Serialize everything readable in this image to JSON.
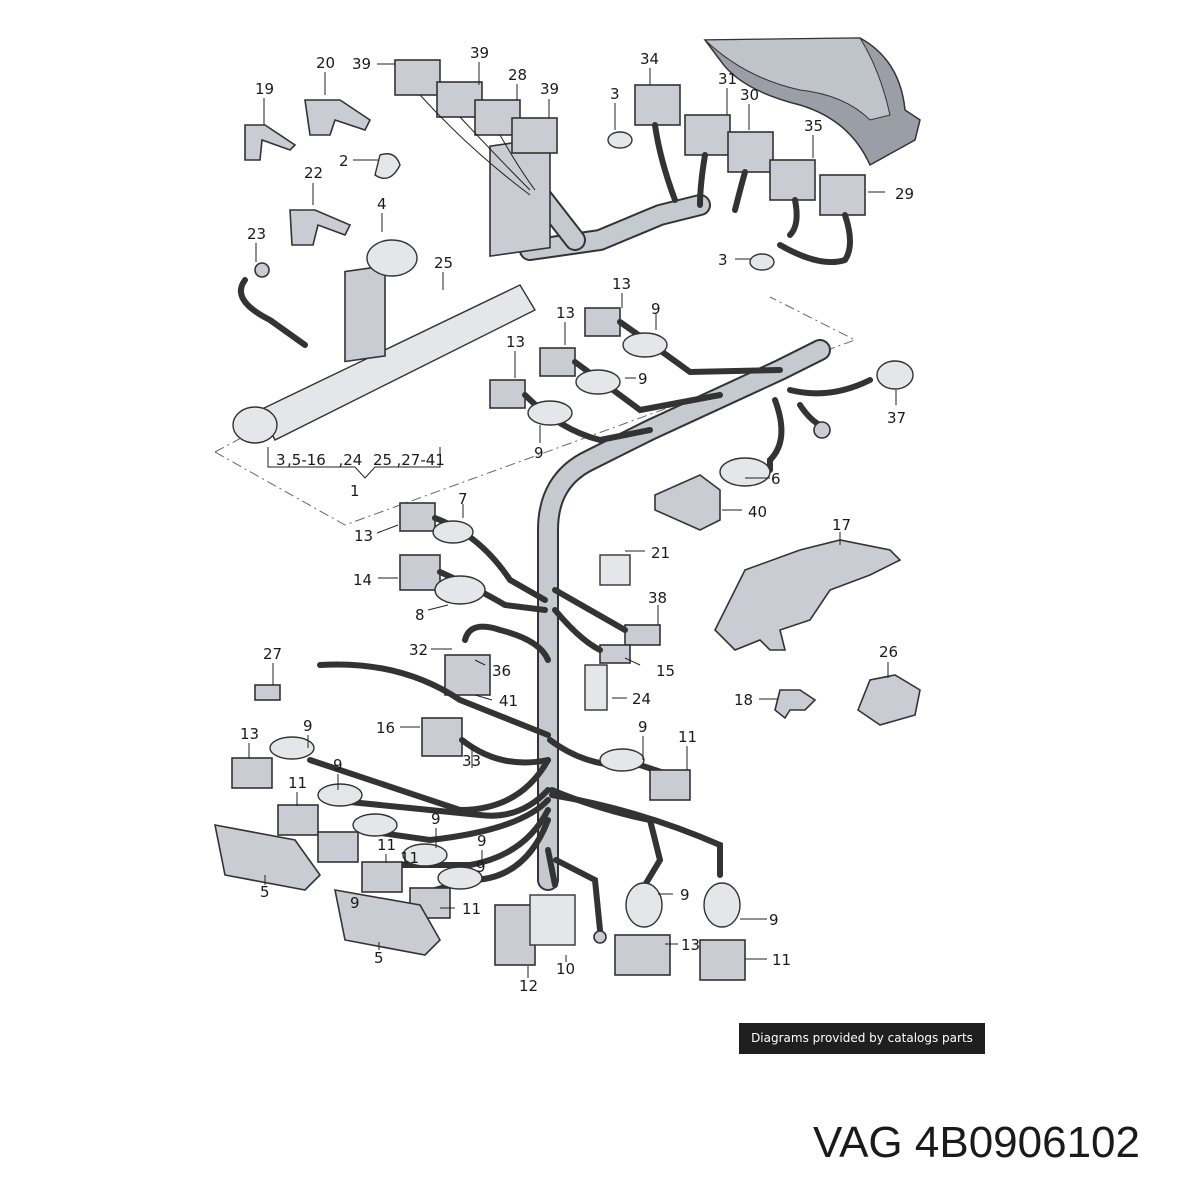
{
  "callouts": [
    "39",
    "20",
    "39",
    "28",
    "39",
    "34",
    "31",
    "30",
    "19",
    "3",
    "35",
    "2",
    "22",
    "29",
    "4",
    "23",
    "3",
    "25",
    "13",
    "13",
    "9",
    "13",
    "9",
    "37",
    "9",
    "3 ,5-16",
    " ,24",
    "25",
    " ,27-41",
    "1",
    "7",
    "6",
    "40",
    "17",
    "13",
    "21",
    "14",
    "38",
    "8",
    "32",
    "36",
    "15",
    "27",
    "24",
    "41",
    "26",
    "18",
    "16",
    "9",
    "9",
    "11",
    "13",
    "9",
    "33",
    "11",
    "9",
    "11",
    "9",
    "11",
    "9",
    "9",
    "5",
    "11",
    "9",
    "9",
    "13",
    "5",
    "12",
    "10",
    "11"
  ],
  "credit": "Diagrams provided by catalogs parts",
  "part_number": {
    "brand": "VAG",
    "number": "4B0906102"
  }
}
